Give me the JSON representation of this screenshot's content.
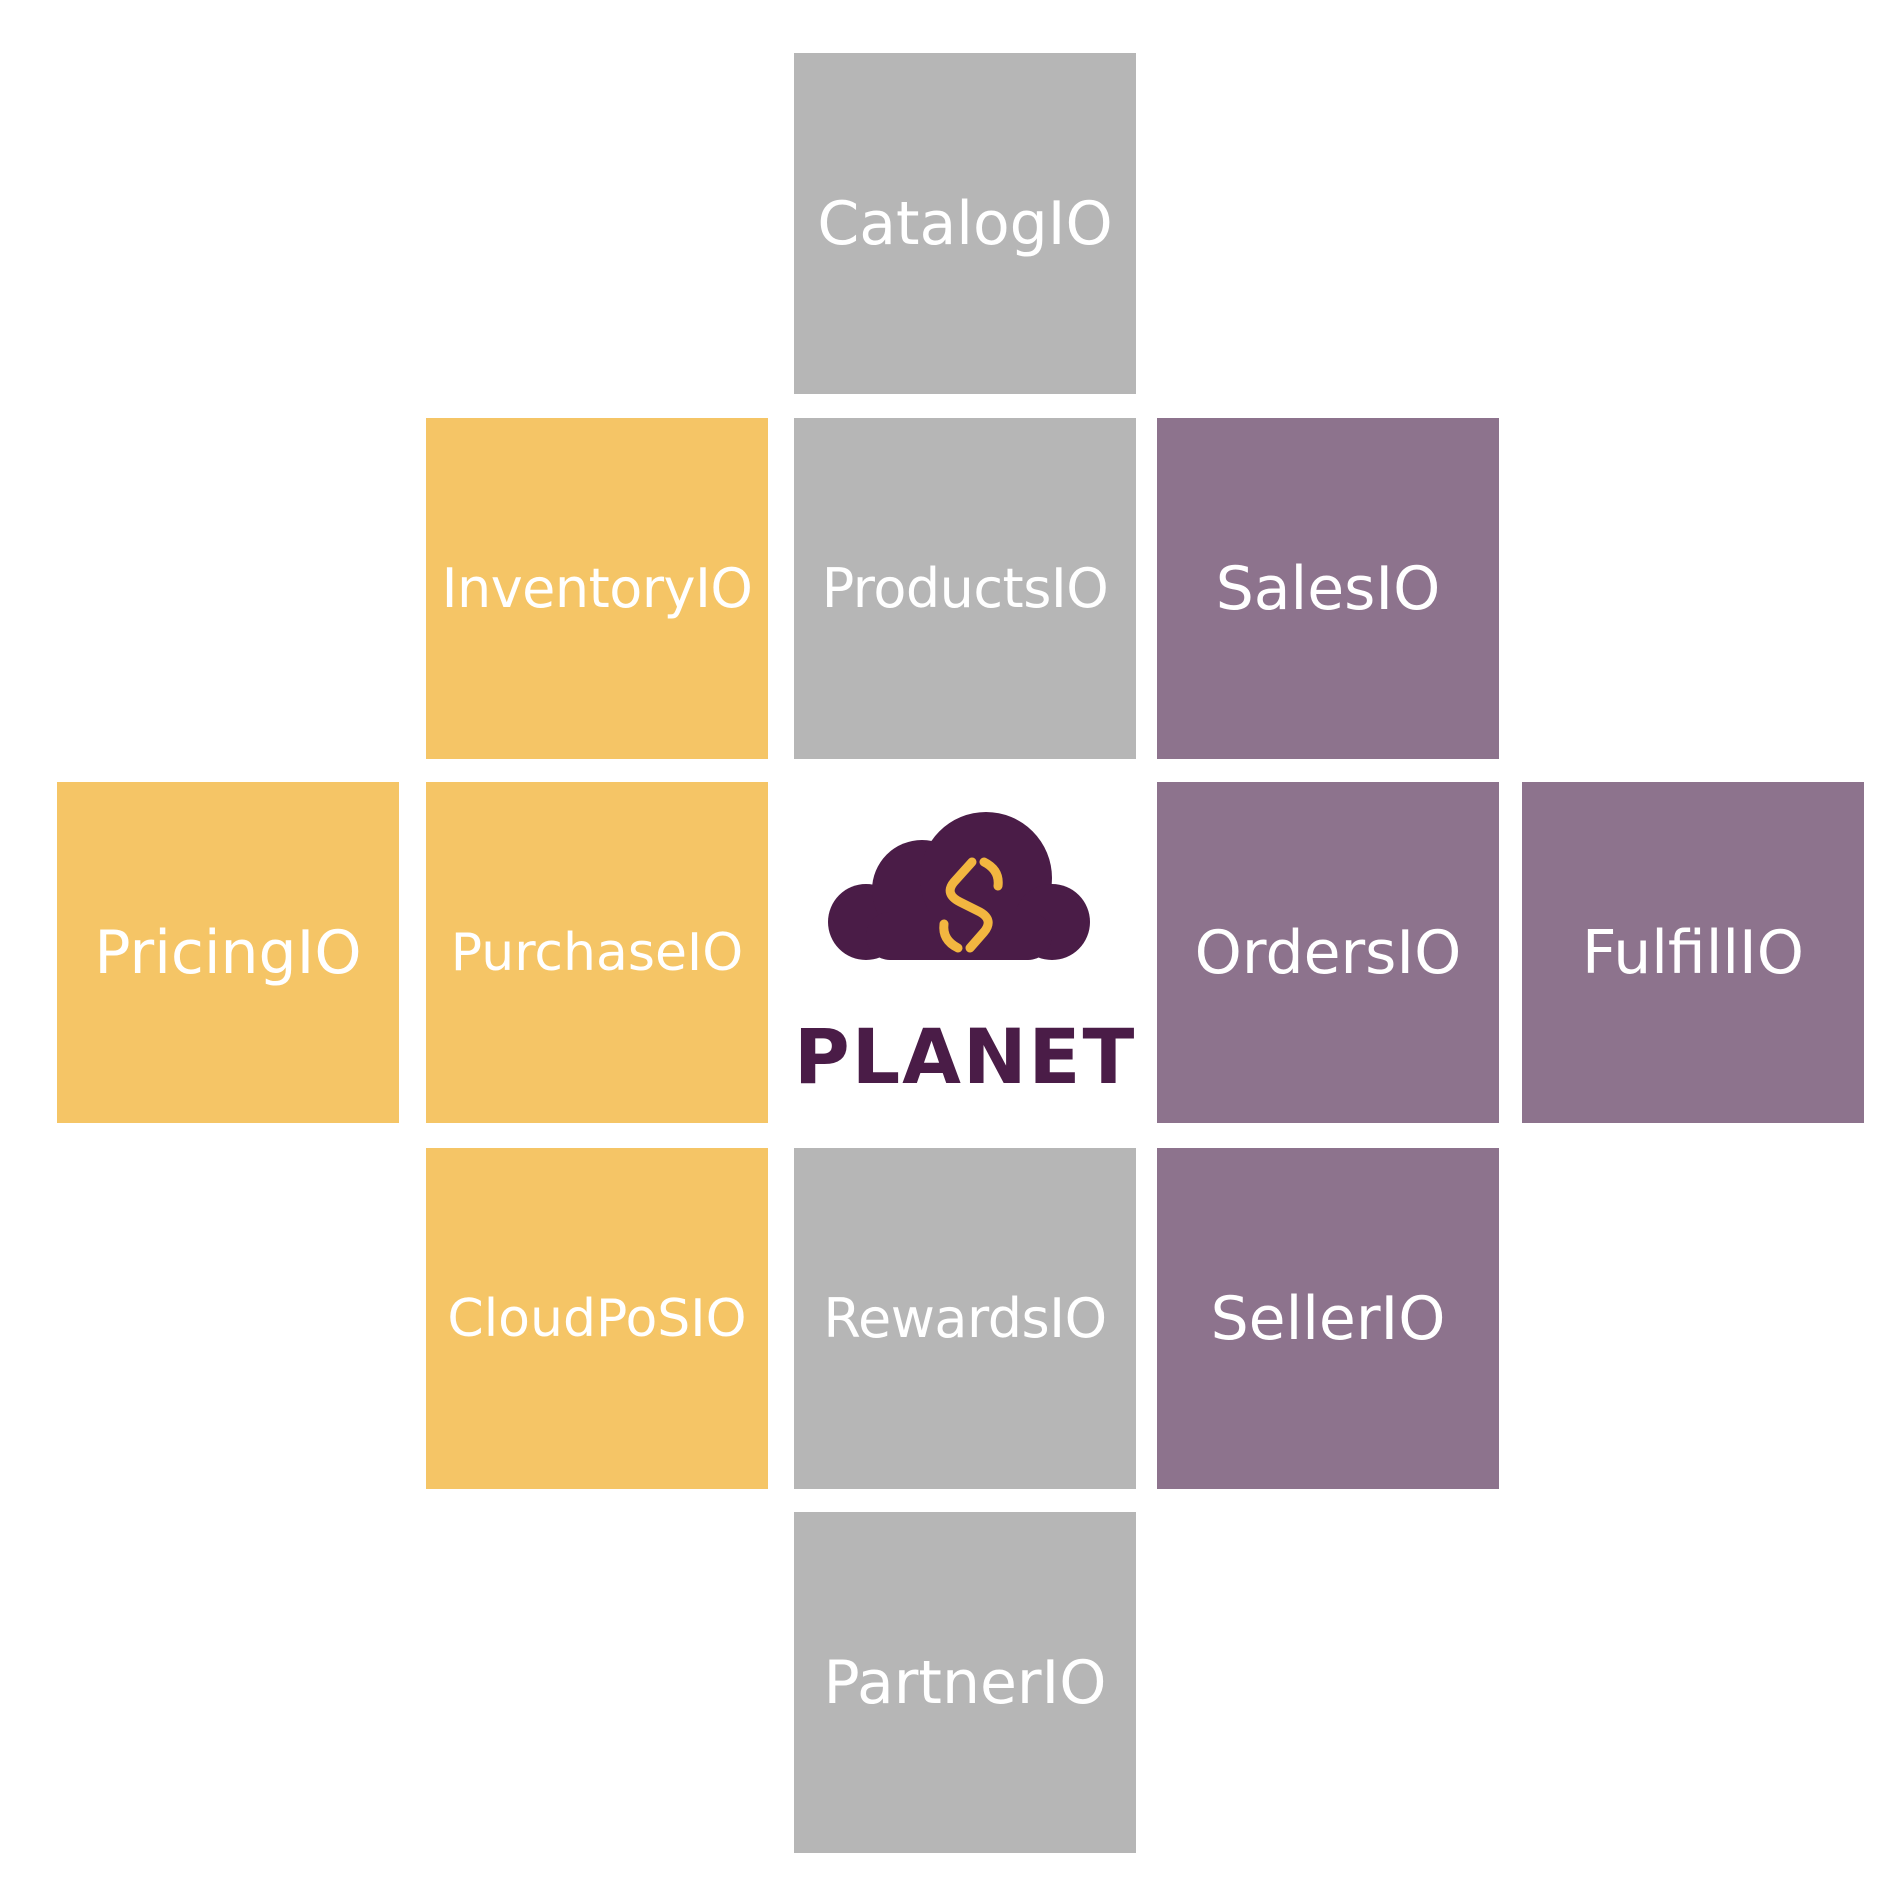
{
  "colors": {
    "yellow": "#f5c566",
    "gray": "#b6b6b6",
    "purple": "#8d738d",
    "brand_dark": "#4a1c47",
    "brand_accent": "#f2b640"
  },
  "center": {
    "logo_icon": "cloud-s-icon",
    "brand": "PLANET"
  },
  "tiles": {
    "catalog": "CatalogIO",
    "inventory": "InventoryIO",
    "products": "ProductsIO",
    "sales": "SalesIO",
    "pricing": "PricingIO",
    "purchase": "PurchaseIO",
    "orders": "OrdersIO",
    "fulfill": "FulfillIO",
    "cloudpos": "CloudPoSIO",
    "rewards": "RewardsIO",
    "seller": "SellerIO",
    "partner": "PartnerIO"
  }
}
